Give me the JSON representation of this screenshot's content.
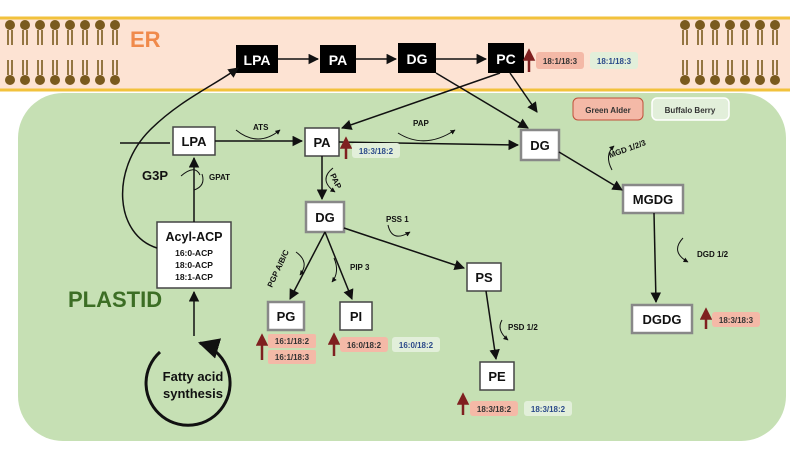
{
  "compartments": {
    "er": "ER",
    "plastid": "PLASTID"
  },
  "er_nodes": [
    "LPA",
    "PA",
    "DG",
    "PC"
  ],
  "plastid_nodes": {
    "lpa": "LPA",
    "pa": "PA",
    "dg_right": "DG",
    "dg_mid": "DG",
    "mgdg": "MGDG",
    "dgdg": "DGDG",
    "pg": "PG",
    "pi": "PI",
    "ps": "PS",
    "pe": "PE"
  },
  "acyl_acp": {
    "title": "Acyl-ACP",
    "lines": [
      "16:0-ACP",
      "18:0-ACP",
      "18:1-ACP"
    ]
  },
  "fatty_acid": {
    "line1": "Fatty acid",
    "line2": "synthesis"
  },
  "g3p": "G3P",
  "enzymes": {
    "gpat": "GPAT",
    "ats": "ATS",
    "pap_top": "PAP",
    "pap_vert": "PAP",
    "pss1": "PSS 1",
    "pip3": "PIP 3",
    "pgp": "PGP A/B/C",
    "psd": "PSD 1/2",
    "mgd": "MGD 1/2/3",
    "dgd": "DGD 1/2"
  },
  "legend": {
    "green_alder": "Green Alder",
    "buffalo_berry": "Buffalo Berry"
  },
  "tags": {
    "pc_ga": "18:1/18:3",
    "pc_bb": "18:1/18:3",
    "pa_ga": "18:3/18:2",
    "pg_ga1": "16:1/18:2",
    "pg_ga2": "16:1/18:3",
    "pi_ga": "16:0/18:2",
    "pi_bb": "16:0/18:2",
    "pe_ga": "18:3/18:2",
    "pe_bb": "18:3/18:2",
    "dgdg_ga": "18:3/18:3"
  },
  "colors": {
    "er_band": "#fde3d3",
    "er_text": "#f08a4b",
    "plastid_fill": "#c6e0b4",
    "plastid_text": "#3c6e25",
    "green_alder_tag": "#f4b9a7",
    "buffalo_berry_tag": "#e2efda",
    "up_arrow": "#7f2020",
    "membrane": "#7a5a1e",
    "membrane_line": "#f2c23c"
  }
}
